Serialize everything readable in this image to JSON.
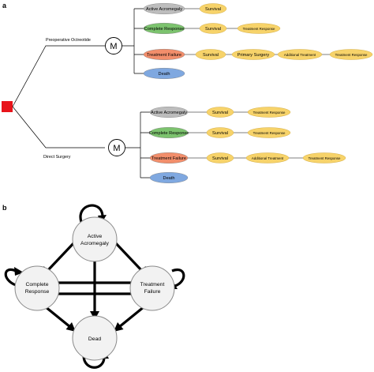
{
  "panels": {
    "a": "a",
    "b": "b"
  },
  "tree": {
    "markov_node_label": "M",
    "branch_top": "Preoperative Octreotide",
    "branch_bottom": "Direct Surgery",
    "top_states": {
      "active": "Active Acromegaly",
      "complete": "Complete Response",
      "failure": "Treatment Failure",
      "death": "Death"
    },
    "top_outcomes": {
      "active_1": "Survival",
      "complete_1": "Survival",
      "complete_2": "Treatment Response",
      "failure_1": "Survival",
      "failure_2": "Primary Surgery",
      "failure_3": "Additional Treatment",
      "failure_4": "Treatment Response"
    },
    "bottom_states": {
      "active": "Active Acromegaly",
      "complete": "Complete Response",
      "failure": "Treatment Failure",
      "death": "Death"
    },
    "bottom_outcomes": {
      "active_1": "Survival",
      "active_2": "Treatment Response",
      "complete_1": "Survival",
      "complete_2": "Treatment Response",
      "failure_1": "Survival",
      "failure_2": "Additional Treatment",
      "failure_3": "Treatment Response"
    }
  },
  "markov": {
    "active_1": "Active",
    "active_2": "Acromegaly",
    "complete_1": "Complete",
    "complete_2": "Response",
    "failure_1": "Treatment",
    "failure_2": "Failure",
    "dead": "Dead"
  },
  "colors": {
    "root": "#e8141b",
    "active": "#bdbdbd",
    "complete": "#7cc36e",
    "failure": "#f28e6b",
    "death": "#7fa8e0",
    "outcome": "#f7d36a"
  }
}
